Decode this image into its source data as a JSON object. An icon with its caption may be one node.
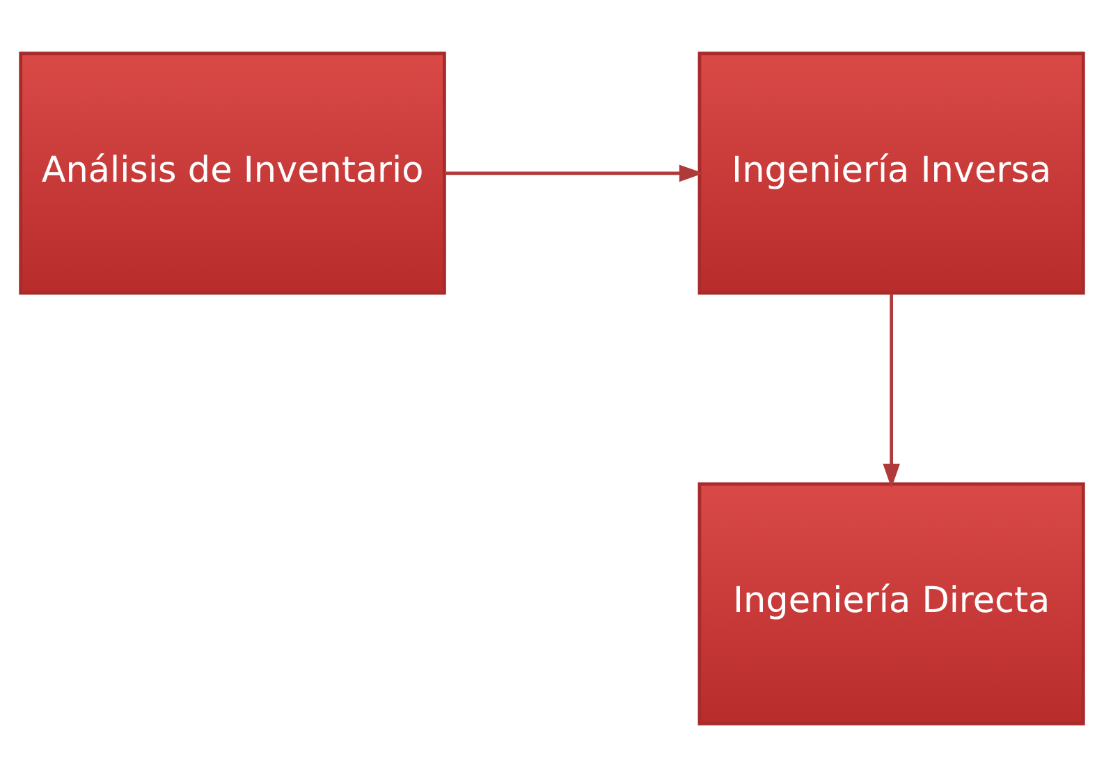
{
  "diagram": {
    "nodes": [
      {
        "text": [
          "Análisis de Inventario"
        ]
      },
      {
        "text": [
          "Ingeniería Inversa"
        ]
      },
      {
        "text": [
          "Ingeniería Directa"
        ]
      }
    ],
    "edges": [
      {
        "from": 0,
        "to": 1,
        "arrow": "to"
      },
      {
        "from": 1,
        "to": 2,
        "arrow": "to"
      }
    ]
  }
}
